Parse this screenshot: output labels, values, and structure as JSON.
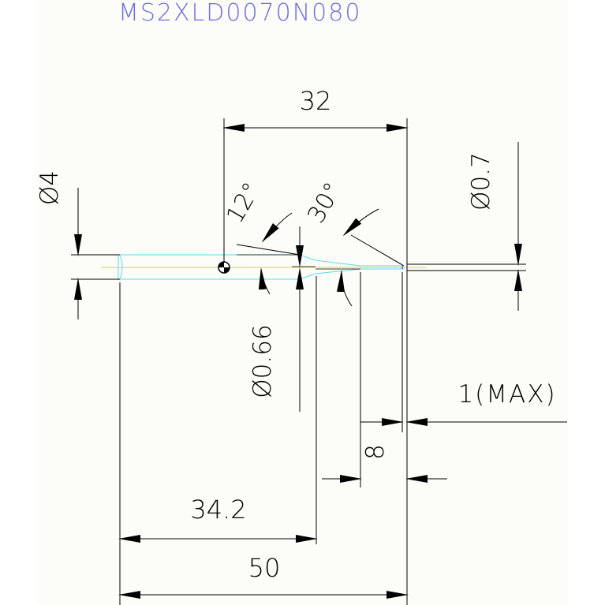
{
  "title": "MS2XLD0070N080",
  "dimensions": {
    "shank_dia": "Ø4",
    "tip_dia": "Ø0.7",
    "neck_dia": "Ø0.66",
    "angle_12": "12°",
    "angle_30": "30°",
    "len_32": "32",
    "len_34_2": "34.2",
    "len_50": "50",
    "len_8": "8",
    "max_1": "1(MAX)"
  },
  "colors": {
    "title": "#6d6de0",
    "outline": "#58dde6",
    "centerline": "#d8d260",
    "dimension": "#000000",
    "paper": "#fcfcf9"
  }
}
